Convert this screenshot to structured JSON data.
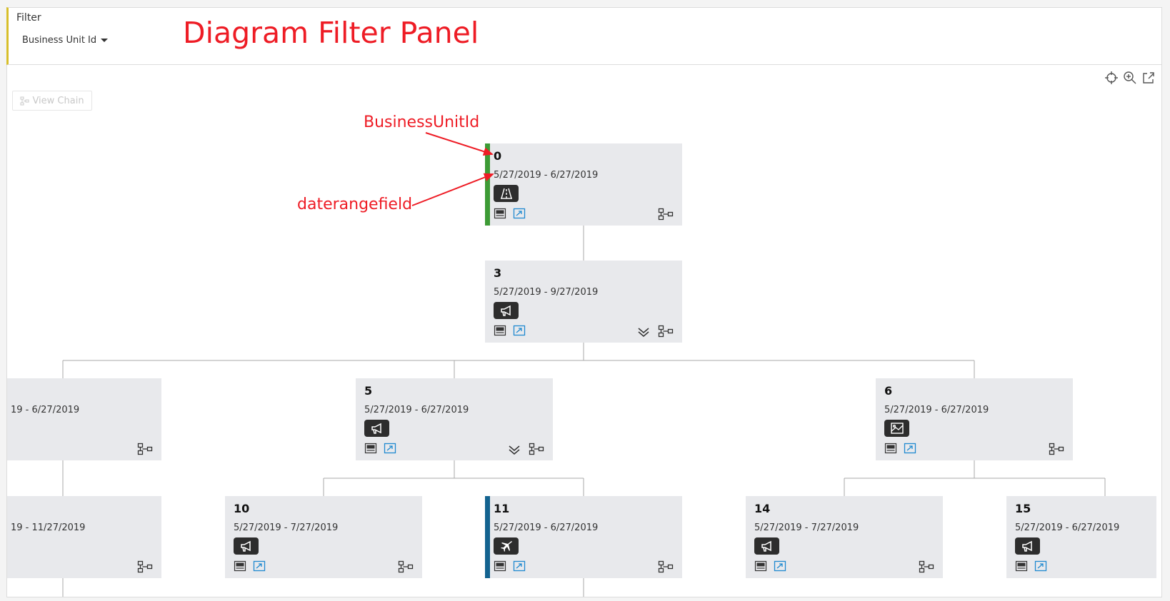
{
  "filter": {
    "title": "Filter",
    "field_label": "Business Unit Id"
  },
  "annotations": {
    "panel_title": "Diagram Filter Panel",
    "business_unit": "BusinessUnitId",
    "daterange": "daterangefield"
  },
  "toolbar": {
    "view_chain_label": "View Chain",
    "icons": [
      "crosshair-icon",
      "zoom-in-icon",
      "export-icon"
    ]
  },
  "nodes": [
    {
      "key": "n0",
      "id": "0",
      "dates": "5/27/2019 - 6/27/2019",
      "type_icon": "road-icon",
      "accent": "#3d9b35"
    },
    {
      "key": "n3",
      "id": "3",
      "dates": "5/27/2019 - 9/27/2019",
      "type_icon": "megaphone-icon",
      "expand": true
    },
    {
      "key": "nleft1",
      "id": "",
      "dates": "19 - 6/27/2019",
      "partial": true
    },
    {
      "key": "n5",
      "id": "5",
      "dates": "5/27/2019 - 6/27/2019",
      "type_icon": "megaphone-icon",
      "expand": true
    },
    {
      "key": "n6",
      "id": "6",
      "dates": "5/27/2019 - 6/27/2019",
      "type_icon": "image-icon"
    },
    {
      "key": "nleft2",
      "id": "",
      "dates": "19 - 11/27/2019",
      "partial": true
    },
    {
      "key": "n10",
      "id": "10",
      "dates": "5/27/2019 - 7/27/2019",
      "type_icon": "megaphone-icon"
    },
    {
      "key": "n11",
      "id": "11",
      "dates": "5/27/2019 - 6/27/2019",
      "type_icon": "plane-icon",
      "accent": "#136390"
    },
    {
      "key": "n14",
      "id": "14",
      "dates": "5/27/2019 - 7/27/2019",
      "type_icon": "megaphone-icon"
    },
    {
      "key": "n15",
      "id": "15",
      "dates": "5/27/2019 - 6/27/2019",
      "type_icon": "megaphone-icon"
    }
  ],
  "colors": {
    "accent_green": "#3d9b35",
    "accent_blue": "#136390",
    "annotation_red": "#ee1c25",
    "filter_border": "#d8bf2a",
    "link_blue": "#1f8ad0"
  }
}
